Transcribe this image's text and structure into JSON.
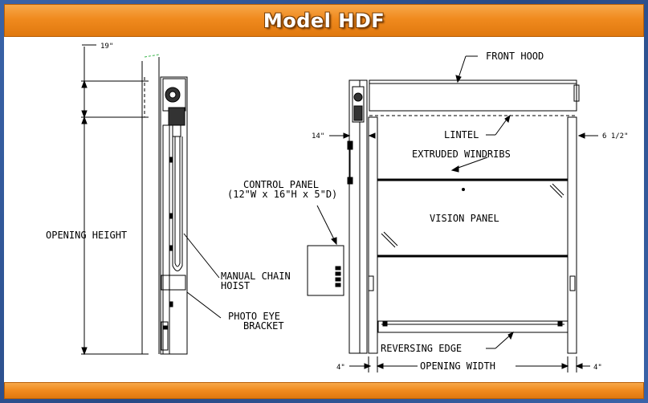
{
  "title": "Model HDF",
  "labels": {
    "top_dim": "19\"",
    "opening_height": "OPENING HEIGHT",
    "control_panel_1": "CONTROL PANEL",
    "control_panel_2": "(12\"W x 16\"H x 5\"D)",
    "manual_chain_1": "MANUAL CHAIN",
    "manual_chain_2": "HOIST",
    "photo_eye_1": "PHOTO EYE",
    "photo_eye_2": "BRACKET",
    "front_hood": "FRONT HOOD",
    "lintel": "LINTEL",
    "extruded_windribs": "EXTRUDED WINDRIBS",
    "vision_panel": "VISION PANEL",
    "reversing_edge": "REVERSING EDGE",
    "opening_width": "OPENING WIDTH",
    "dim_left_14": "14\"",
    "dim_right_6": "6 1/2\"",
    "dim_bottom_left": "4\"",
    "dim_bottom_right": "4\""
  },
  "colors": {
    "header": "#f08a1e",
    "frame": "#2f5293"
  }
}
